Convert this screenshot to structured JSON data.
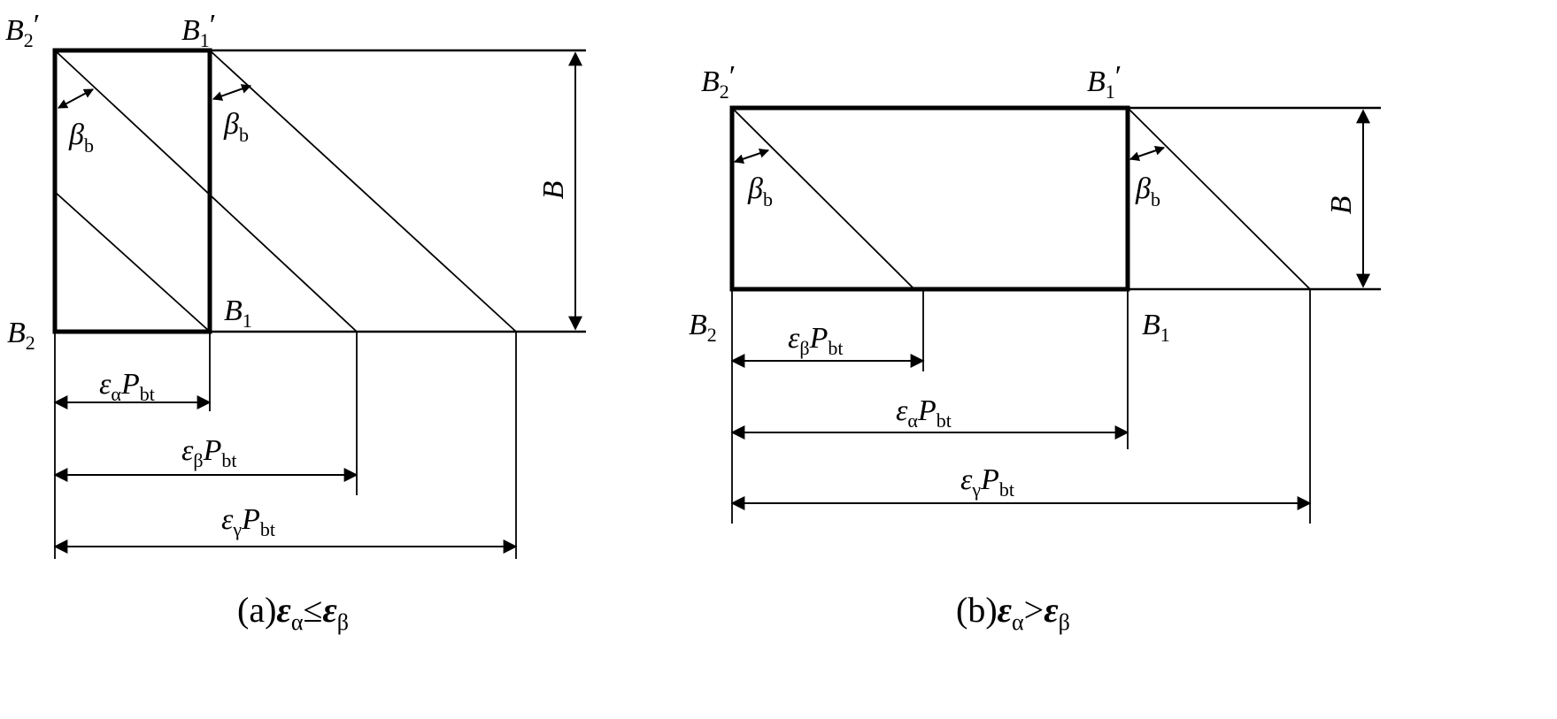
{
  "diagram": {
    "panel_a": {
      "caption": {
        "prefix": "(a)",
        "eps": "ε",
        "alpha": "α",
        "rel": "≤",
        "beta": "β"
      },
      "corner_B2p": {
        "base": "B",
        "sub": "2",
        "prime": "′"
      },
      "corner_B1p": {
        "base": "B",
        "sub": "1",
        "prime": "′"
      },
      "corner_B2": {
        "base": "B",
        "sub": "2"
      },
      "corner_B1": {
        "base": "B",
        "sub": "1"
      },
      "angle_left": {
        "base": "β",
        "sub": "b"
      },
      "angle_right": {
        "base": "β",
        "sub": "b"
      },
      "width_label": "B",
      "dim_alpha": {
        "eps": "ε",
        "eps_sub": "α",
        "p": "P",
        "p_sub": "bt"
      },
      "dim_beta": {
        "eps": "ε",
        "eps_sub": "β",
        "p": "P",
        "p_sub": "bt"
      },
      "dim_gamma": {
        "eps": "ε",
        "eps_sub": "γ",
        "p": "P",
        "p_sub": "bt"
      }
    },
    "panel_b": {
      "caption": {
        "prefix": "(b)",
        "eps": "ε",
        "alpha": "α",
        "rel": ">",
        "beta": "β"
      },
      "corner_B2p": {
        "base": "B",
        "sub": "2",
        "prime": "′"
      },
      "corner_B1p": {
        "base": "B",
        "sub": "1",
        "prime": "′"
      },
      "corner_B2": {
        "base": "B",
        "sub": "2"
      },
      "corner_B1": {
        "base": "B",
        "sub": "1"
      },
      "angle_left": {
        "base": "β",
        "sub": "b"
      },
      "angle_right": {
        "base": "β",
        "sub": "b"
      },
      "width_label": "B",
      "dim_beta": {
        "eps": "ε",
        "eps_sub": "β",
        "p": "P",
        "p_sub": "bt"
      },
      "dim_alpha": {
        "eps": "ε",
        "eps_sub": "α",
        "p": "P",
        "p_sub": "bt"
      },
      "dim_gamma": {
        "eps": "ε",
        "eps_sub": "γ",
        "p": "P",
        "p_sub": "bt"
      }
    }
  }
}
